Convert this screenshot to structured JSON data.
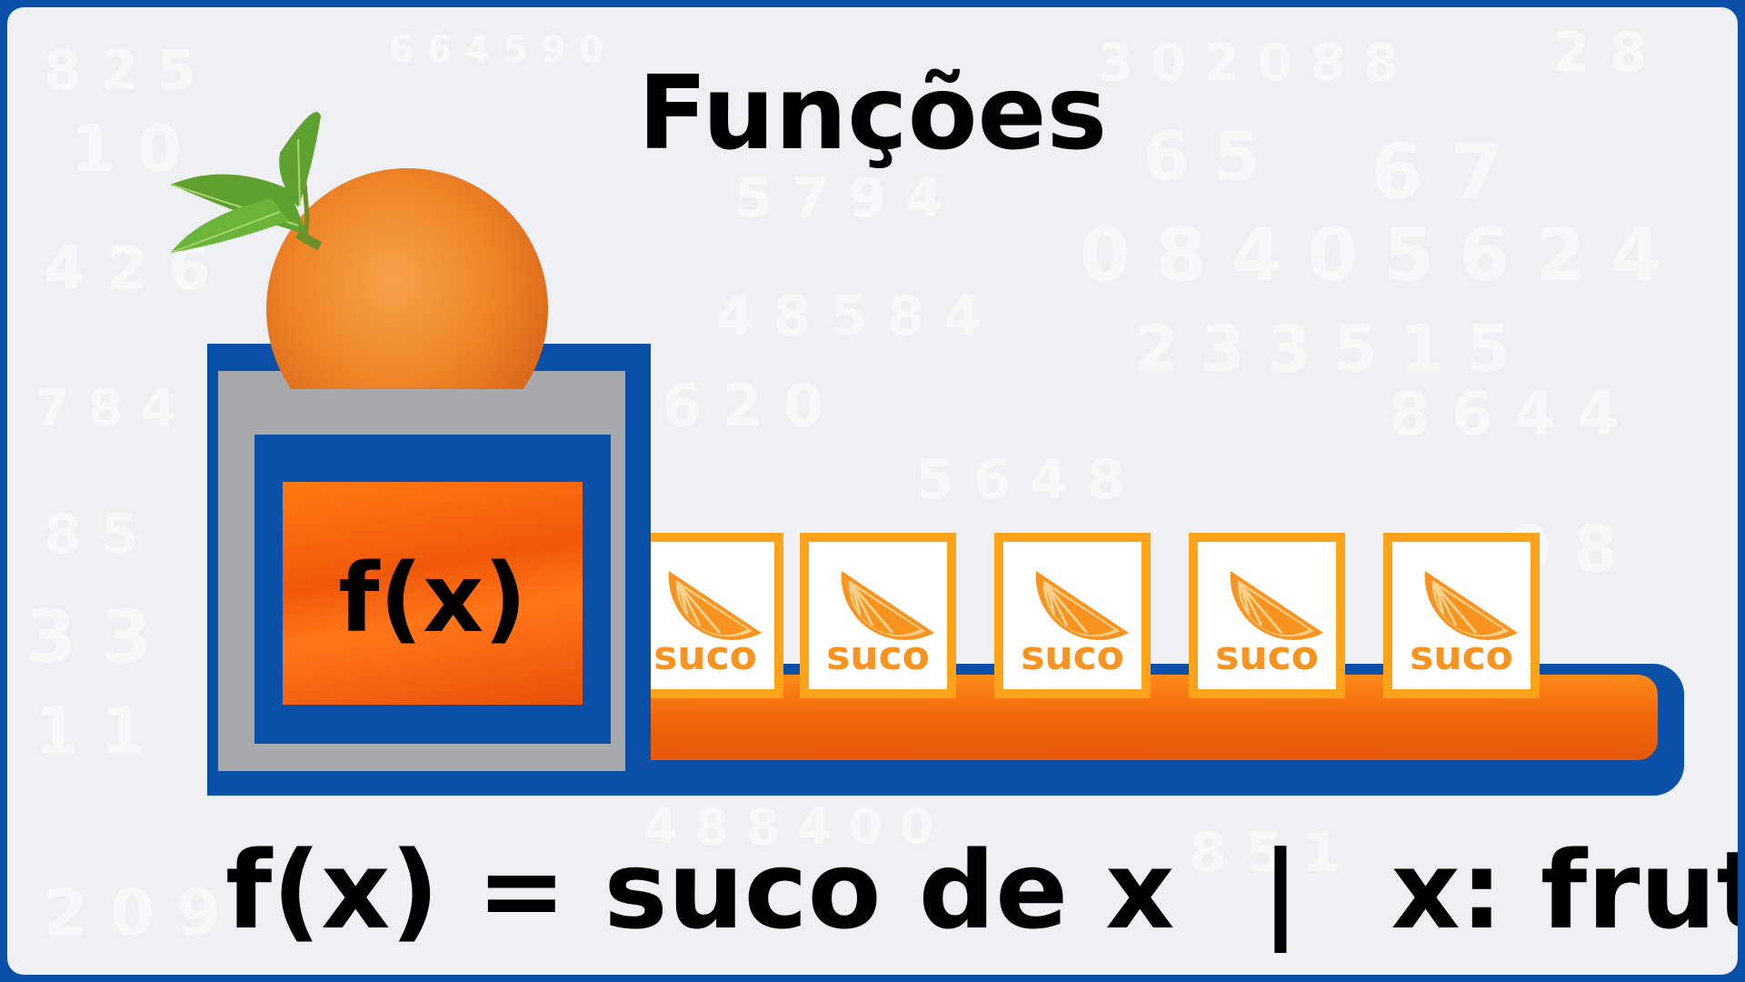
{
  "title": "Funções",
  "machine": {
    "label": "f(x)"
  },
  "cards": [
    {
      "label": "suco",
      "icon": "orange-slice-icon"
    },
    {
      "label": "suco",
      "icon": "orange-slice-icon"
    },
    {
      "label": "suco",
      "icon": "orange-slice-icon"
    },
    {
      "label": "suco",
      "icon": "orange-slice-icon"
    },
    {
      "label": "suco",
      "icon": "orange-slice-icon"
    }
  ],
  "formula": {
    "left": "f(x) = suco de x",
    "separator": "|",
    "right": "x: fruta"
  },
  "colors": {
    "frame": "#0a4fa8",
    "belt": "#f26a0d",
    "card_border": "#ffa31a",
    "card_text": "#f7931e",
    "machine_gray": "#a7a9ac"
  }
}
